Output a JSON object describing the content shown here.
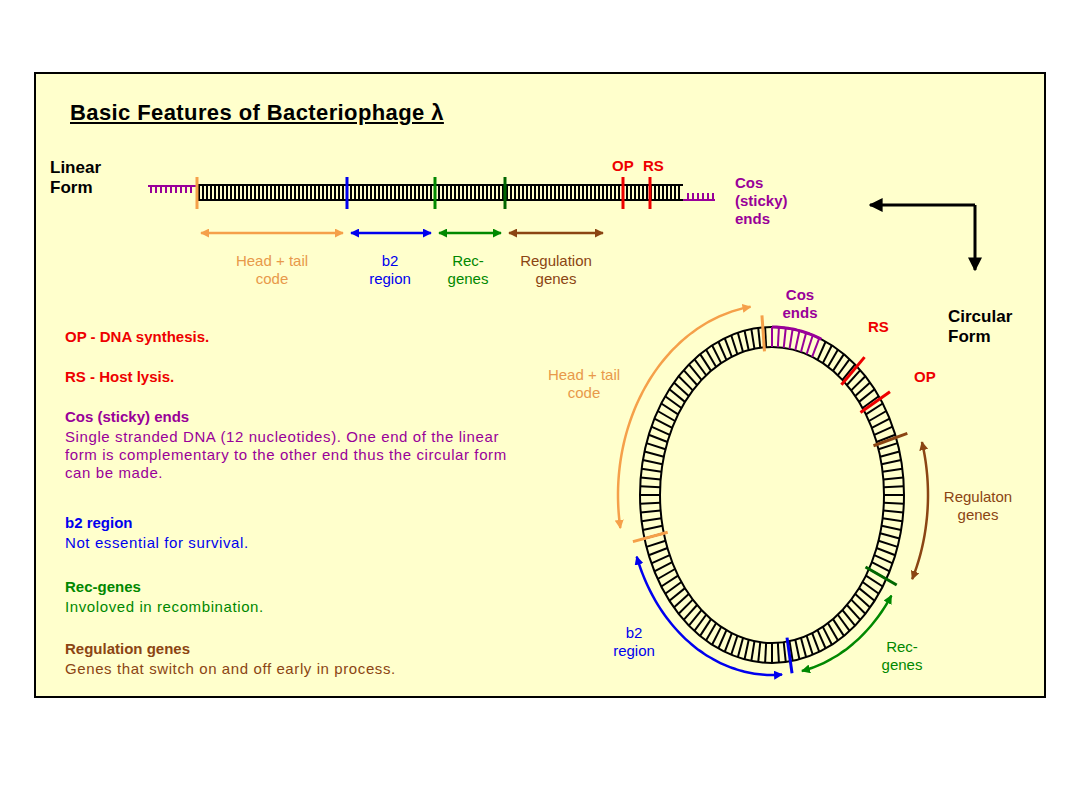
{
  "diagram": {
    "title": "Basic Features of Bacteriophage λ",
    "labels": [
      "Linear Form",
      "OP",
      "RS",
      "Cos (sticky) ends",
      "Head + tail code",
      "b2 region",
      "Rec- genes",
      "Regulation genes",
      "Cos ends",
      "RS",
      "OP",
      "Circular Form",
      "Head + tail code",
      "Regulaton genes",
      "b2 region",
      "Rec- genes",
      "OP - DNA synthesis.",
      "RS - Host lysis.",
      "Cos (sticky) ends",
      "Single stranded DNA (12 nucleotides). One end of the linear form is complementary to the other end thus the circular form can be made.",
      "b2 region",
      "Not essential for survival.",
      "Rec-genes",
      "Involoved in recombination.",
      "Regulation genes",
      "Genes that switch on and off early in process."
    ]
  }
}
